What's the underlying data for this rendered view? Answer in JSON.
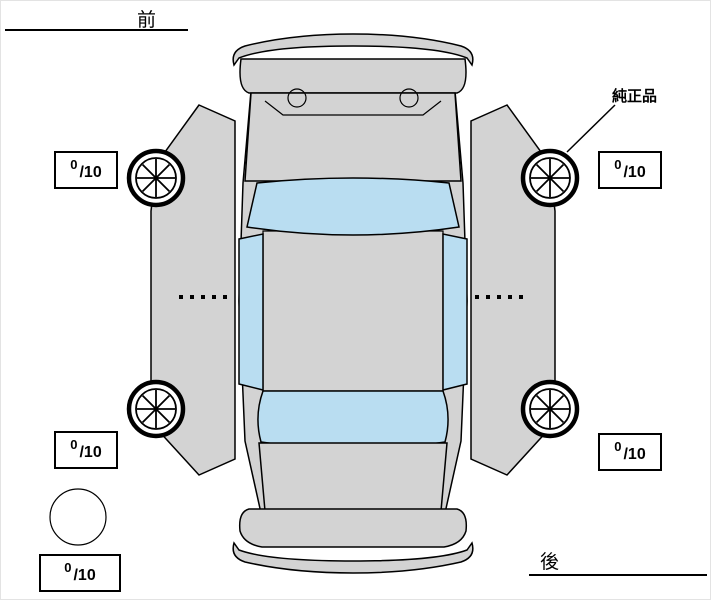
{
  "labels": {
    "front": "前",
    "rear": "後",
    "genuine_part": "純正品"
  },
  "tread_boxes": {
    "front_left": {
      "value": "0",
      "scale": "/10"
    },
    "front_right": {
      "value": "0",
      "scale": "/10"
    },
    "rear_left": {
      "value": "0",
      "scale": "/10"
    },
    "rear_right": {
      "value": "0",
      "scale": "/10"
    },
    "spare": {
      "value": "0",
      "scale": "/10"
    }
  },
  "colors": {
    "body": "#d3d3d3",
    "glass": "#b9ddf1",
    "roof": "#ffffff",
    "spare_tire": "#8f8f8f",
    "line": "#000000"
  },
  "icons": {
    "wheel": "wheel-icon",
    "spare_tire": "spare-tire-icon"
  }
}
